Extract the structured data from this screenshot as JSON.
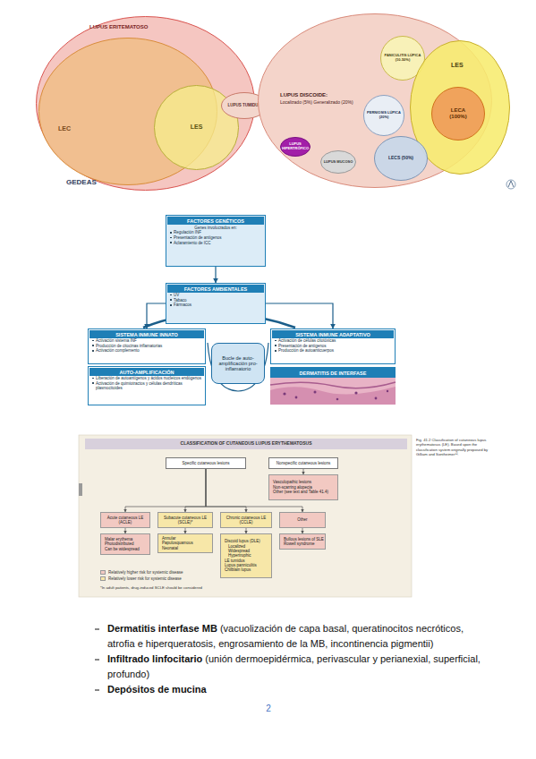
{
  "diagram": {
    "nodes": [
      {
        "text": [
          "LUPUS ERITEMATOSO"
        ]
      },
      {
        "text": [
          "LEC"
        ],
        "in": 0
      },
      {
        "text": [
          "LES"
        ],
        "in": 0
      },
      {
        "text": [
          "LUPUS TUMIDUS"
        ]
      },
      {
        "text": [
          "LUPUS DISCOIDE:",
          "Localizado (5%) Generalizado (20%)"
        ]
      },
      {
        "text": [
          "PANICULITIS LÚPICA",
          "(10-50%)"
        ],
        "in": 4
      },
      {
        "text": [
          "LES"
        ]
      },
      {
        "text": [
          "LECA",
          "(100%)"
        ],
        "in": 6
      },
      {
        "text": [
          "PERNIOSIS LÚPICA",
          "(20%)"
        ],
        "in": 4
      },
      {
        "text": [
          "LECS (50%)"
        ]
      },
      {
        "text": [
          "LUPUS HIPERTRÓFICO"
        ],
        "in": 4
      },
      {
        "text": [
          "LUPUS MUCOSO"
        ],
        "in": 4
      },
      {
        "text": [
          "FACTORES GENÉTICOS",
          "Genes involucrados en:",
          "Regulación INF",
          "Presentación de antígenos",
          "Aclaramiento de ICC"
        ]
      },
      {
        "text": [
          "FACTORES AMBIENTALES",
          "UV",
          "Tabaco",
          "Fármacos"
        ]
      },
      {
        "text": [
          "SISTEMA INMUNE INNATO",
          "Activación sistema INF",
          "Producción de citocinas inflamatorias",
          "Activación complemento"
        ]
      },
      {
        "text": [
          "AUTO-AMPLIFICACIÓN",
          "Liberación de autoantígenos y ácidos nucleicos endógenos",
          "Activación de quimiotractos y células dendríticas plasmocitoides"
        ]
      },
      {
        "text": [
          "Bucle de auto-amplificación pro-inflamatorio"
        ]
      },
      {
        "text": [
          "SISTEMA INMUNE ADAPTATIVO",
          "Activación de células citotóxicas",
          "Presentación de antígenos",
          "Producción de autoanticuerpos"
        ]
      },
      {
        "text": [
          "DERMATITIS DE INTERFASE"
        ]
      },
      {
        "text": [
          "CLASSIFICATION OF CUTANEOUS LUPUS ERYTHEMATOSUS"
        ]
      },
      {
        "text": [
          "Specific cutaneous lesions"
        ]
      },
      {
        "text": [
          "Nonspecific cutaneous lesions"
        ]
      },
      {
        "text": [
          "Vasculopathic lesions",
          "Non-scarring alopecia",
          "Other (see text and Table 41.4)"
        ]
      },
      {
        "text": [
          "Acute cutaneous LE (ACLE)"
        ]
      },
      {
        "text": [
          "Subacute cutaneous LE (SCLE)*"
        ]
      },
      {
        "text": [
          "Chronic cutaneous LE (CCLE)"
        ]
      },
      {
        "text": [
          "Other"
        ]
      },
      {
        "text": [
          "Malar erythema",
          "Photodistributed",
          "Can be widespread"
        ]
      },
      {
        "text": [
          "Annular",
          "Papulosquamous",
          "Neonatal"
        ]
      },
      {
        "text": [
          "Discoid lupus (DLE)",
          "Localized",
          "Widespread",
          "Hypertrophic",
          "LE tumidus",
          "Lupus panniculitis",
          "Chilblain lupus"
        ]
      },
      {
        "text": [
          "Bullous lesions of SLE",
          "Rowell syndrome"
        ]
      }
    ],
    "edges": [
      {
        "from": 12,
        "to": 13,
        "arrow": "to"
      },
      {
        "from": 13,
        "to": 14,
        "arrow": "to"
      },
      {
        "from": 13,
        "to": 17,
        "arrow": "to"
      },
      {
        "from": 20,
        "to": 23,
        "arrow": "to"
      },
      {
        "from": 20,
        "to": 24,
        "arrow": "to"
      },
      {
        "from": 20,
        "to": 25,
        "arrow": "to"
      },
      {
        "from": 20,
        "to": 26,
        "arrow": "to"
      },
      {
        "from": 21,
        "to": 22,
        "arrow": "to"
      },
      {
        "from": 23,
        "to": 27,
        "arrow": "to"
      },
      {
        "from": 24,
        "to": 28,
        "arrow": "to"
      },
      {
        "from": 25,
        "to": 29,
        "arrow": "to"
      },
      {
        "from": 26,
        "to": 30,
        "arrow": "to"
      }
    ],
    "labels": [
      "GEDEAS",
      "Fig. 41.2 Classification of cutaneous lupus erythematosus (LE). Based upon the classification system originally proposed by Gilliam and Sontheimer¹².",
      "*In adult patients, drug-induced SCLE should be considered",
      "Dermatitis interfase MB",
      "(vacuolización de capa basal, queratinocitos necróticos, atrofia e hiperqueratosis, engrosamiento de la MB, incontinencia pigmentii)",
      "Infiltrado linfocitario",
      "(unión dermoepidérmica, perivascular y perianexial, superficial, profundo)",
      "Depósitos de mucina",
      "2"
    ],
    "legend": [
      {
        "text": "Relatively higher risk for systemic disease",
        "color": "#f2c9c2"
      },
      {
        "text": "Relatively lower risk for systemic disease",
        "color": "#f7e7a8"
      }
    ]
  }
}
